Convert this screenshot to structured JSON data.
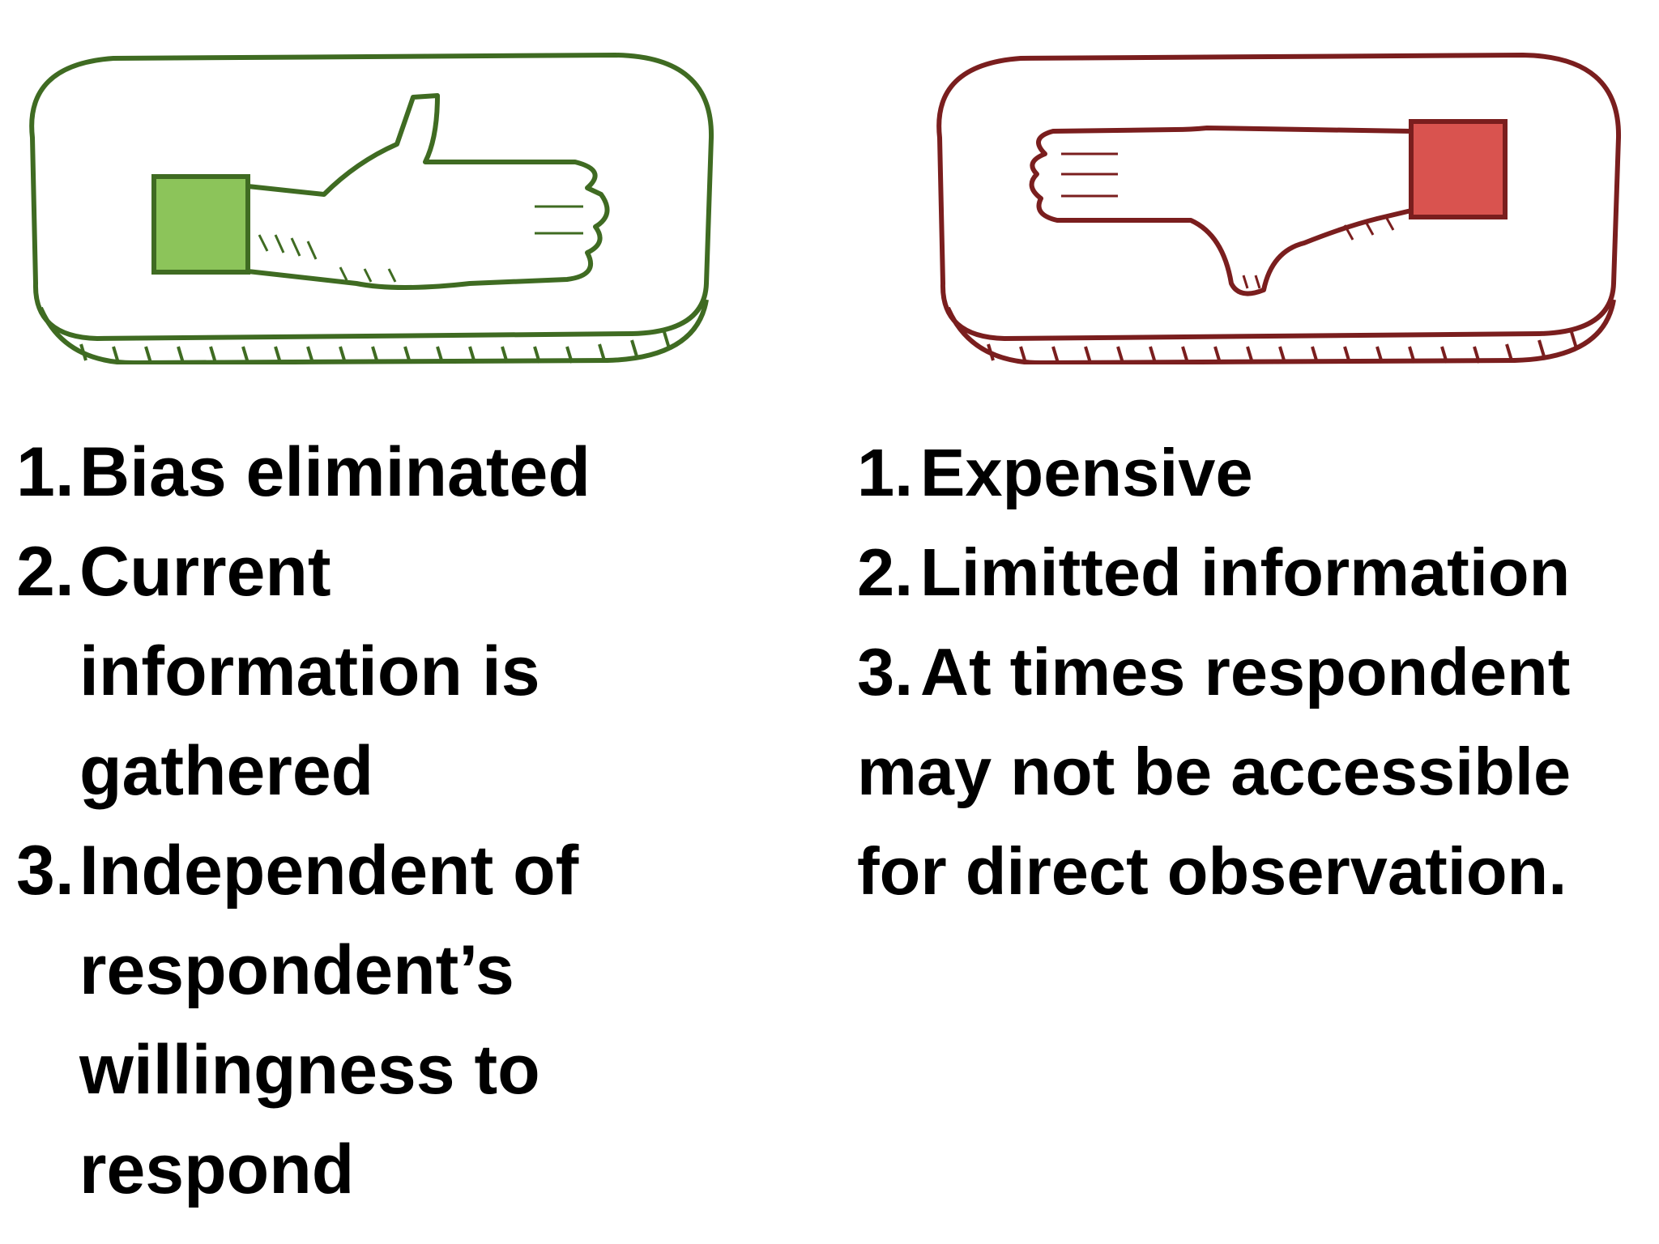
{
  "colors": {
    "pros_accent": "#3f6b22",
    "pros_fill": "#8cc45a",
    "cons_accent": "#7a1e1e",
    "cons_fill": "#d9534f",
    "text": "#000000",
    "background": "#ffffff"
  },
  "pros": {
    "icon": "thumbs-up-icon",
    "items": [
      {
        "num": "1.",
        "text": "Bias eliminated"
      },
      {
        "num": "2.",
        "text": "Current information is gathered"
      },
      {
        "num": "3.",
        "text": "Independent of respondent’s willingness to respond"
      }
    ]
  },
  "cons": {
    "icon": "thumbs-down-icon",
    "items": [
      {
        "num": "1.",
        "text": "Expensive"
      },
      {
        "num": "2.",
        "text": "Limitted information"
      },
      {
        "num": "3.",
        "text": "At times respondent",
        "continuation": "may not be accessible for direct observation."
      }
    ]
  }
}
